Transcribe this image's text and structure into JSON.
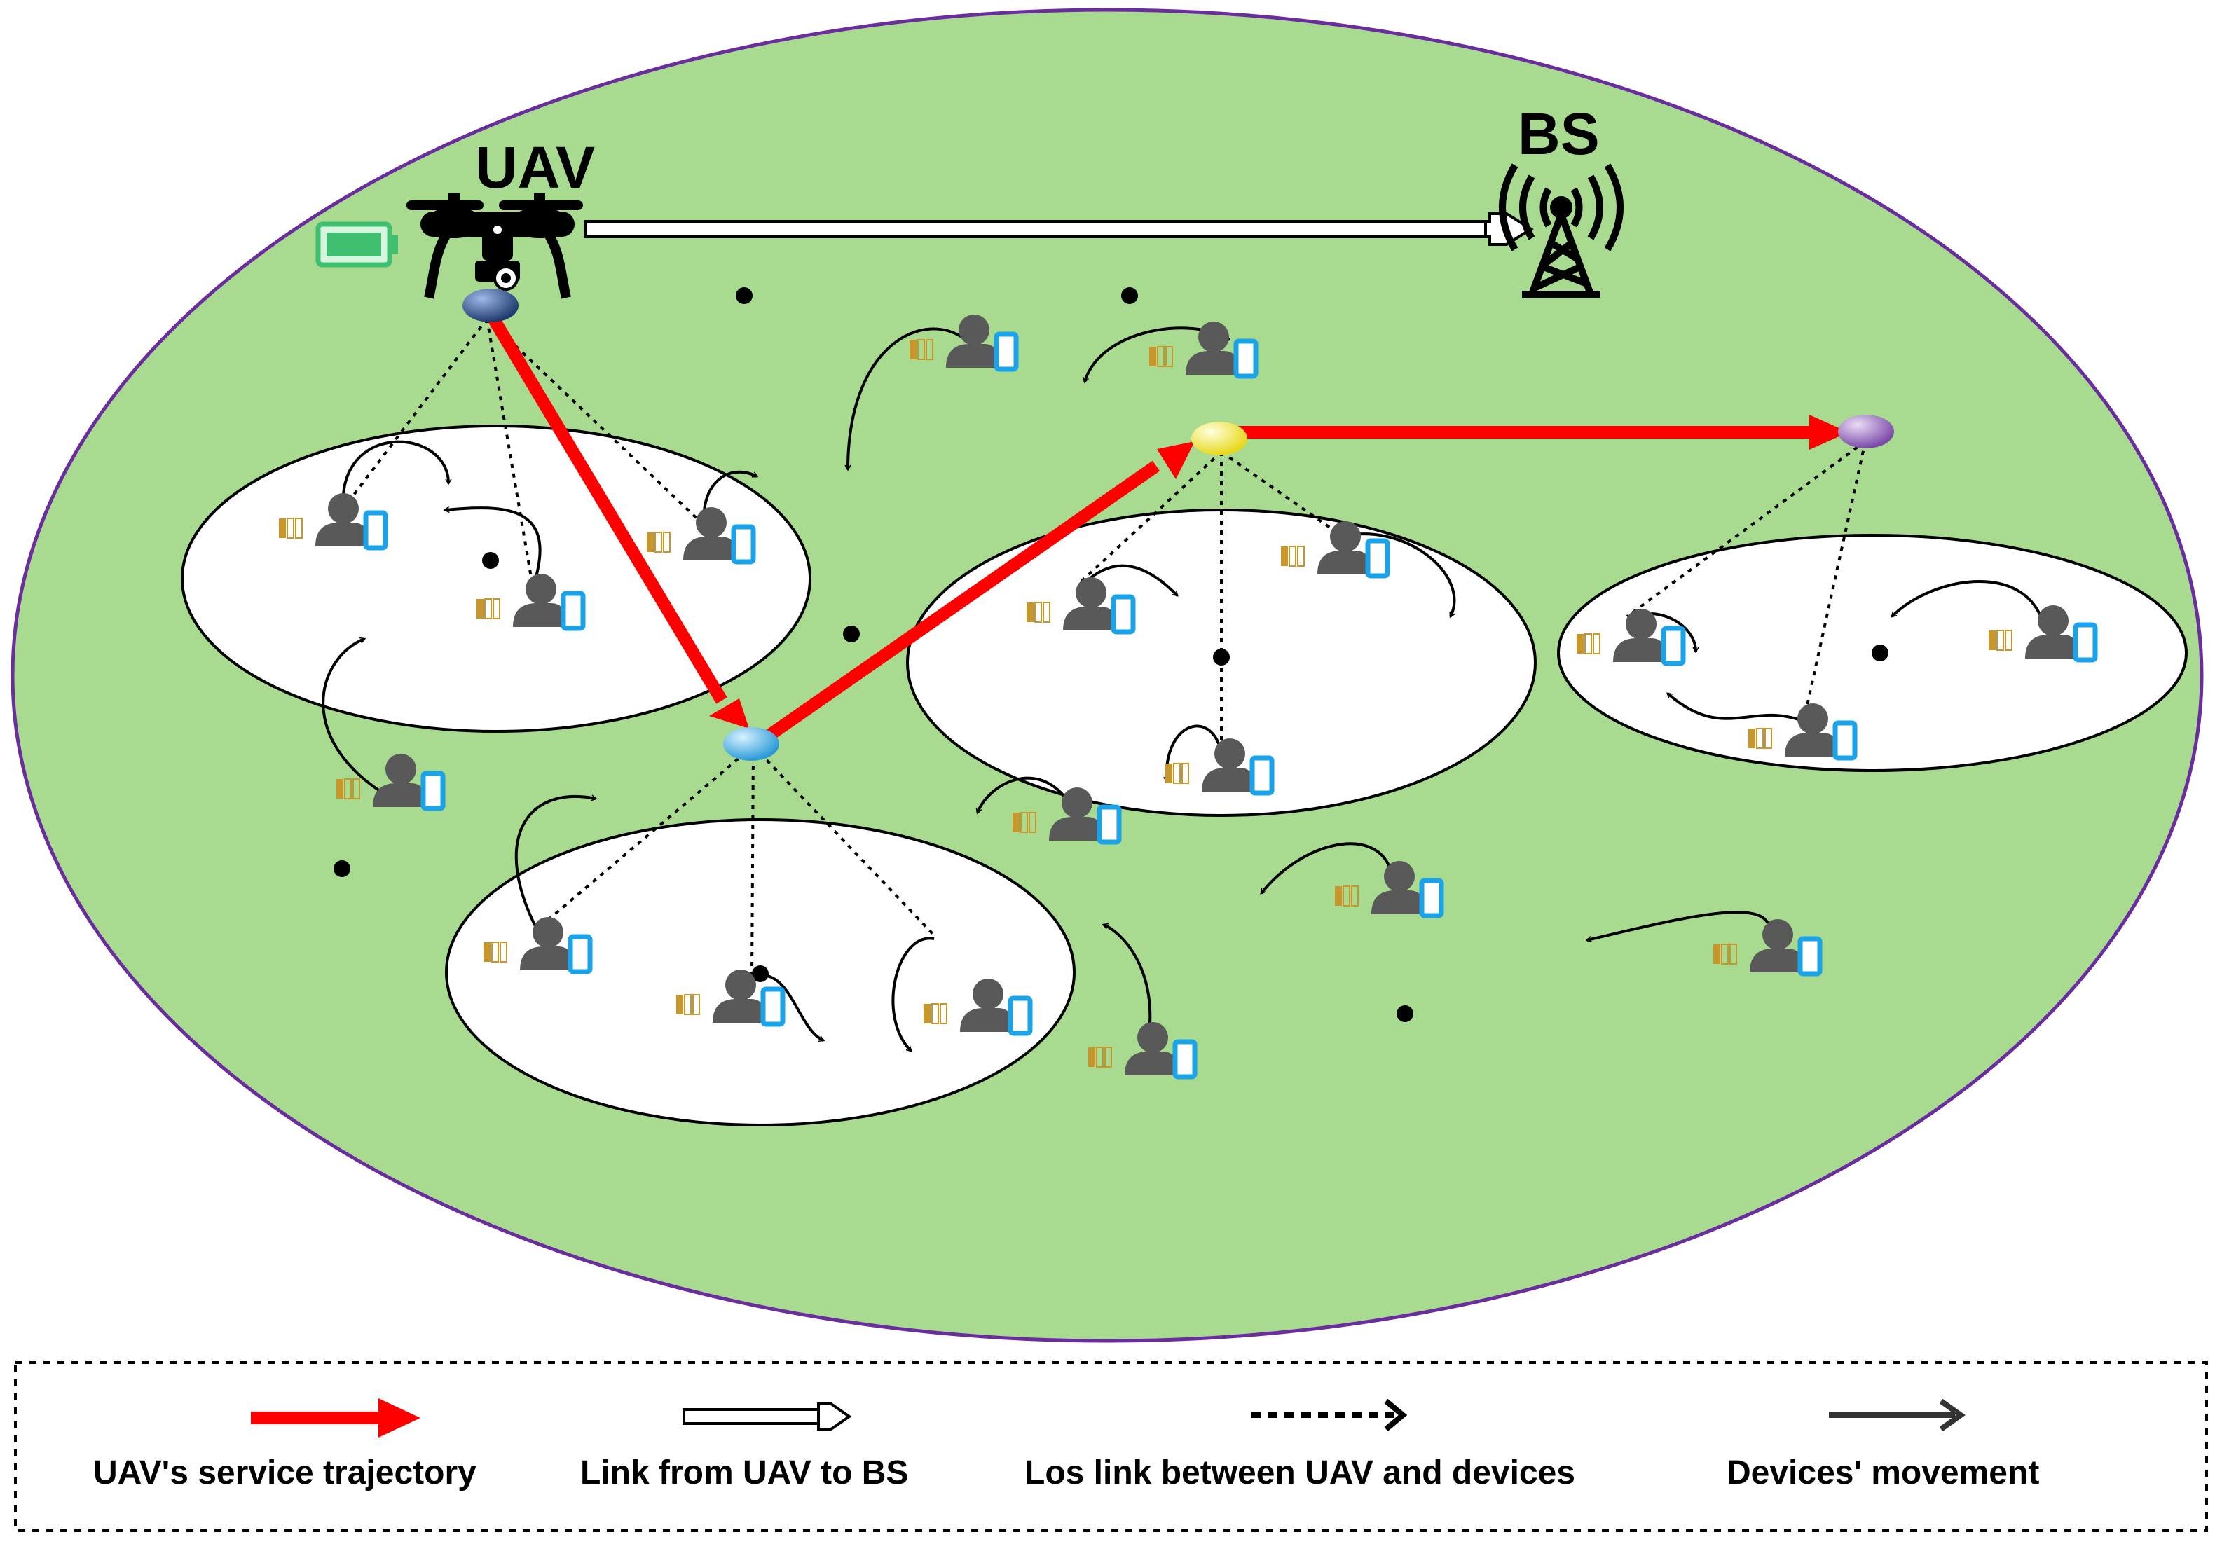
{
  "labels": {
    "uav": "UAV",
    "bs": "BS"
  },
  "legend": {
    "trajectory": "UAV's service trajectory",
    "uav_bs_link": "Link from UAV to BS",
    "los_link": "Los link between UAV and devices",
    "movement": "Devices' movement"
  },
  "colors": {
    "area": "#a8da90",
    "area_border": "#6a2c9e",
    "trajectory": "#ff0000",
    "device_body": "#595959",
    "device_phone": "#1aa3e8",
    "battery": "#c8962a",
    "uav_battery": "#3fbf6f",
    "hover_points": [
      "#1f3a6e",
      "#49b6ea",
      "#f5e93a",
      "#9b6cc0"
    ]
  },
  "icons": [
    "drone-icon",
    "cell-tower-icon",
    "battery-icon",
    "user-icon",
    "phone-icon"
  ]
}
